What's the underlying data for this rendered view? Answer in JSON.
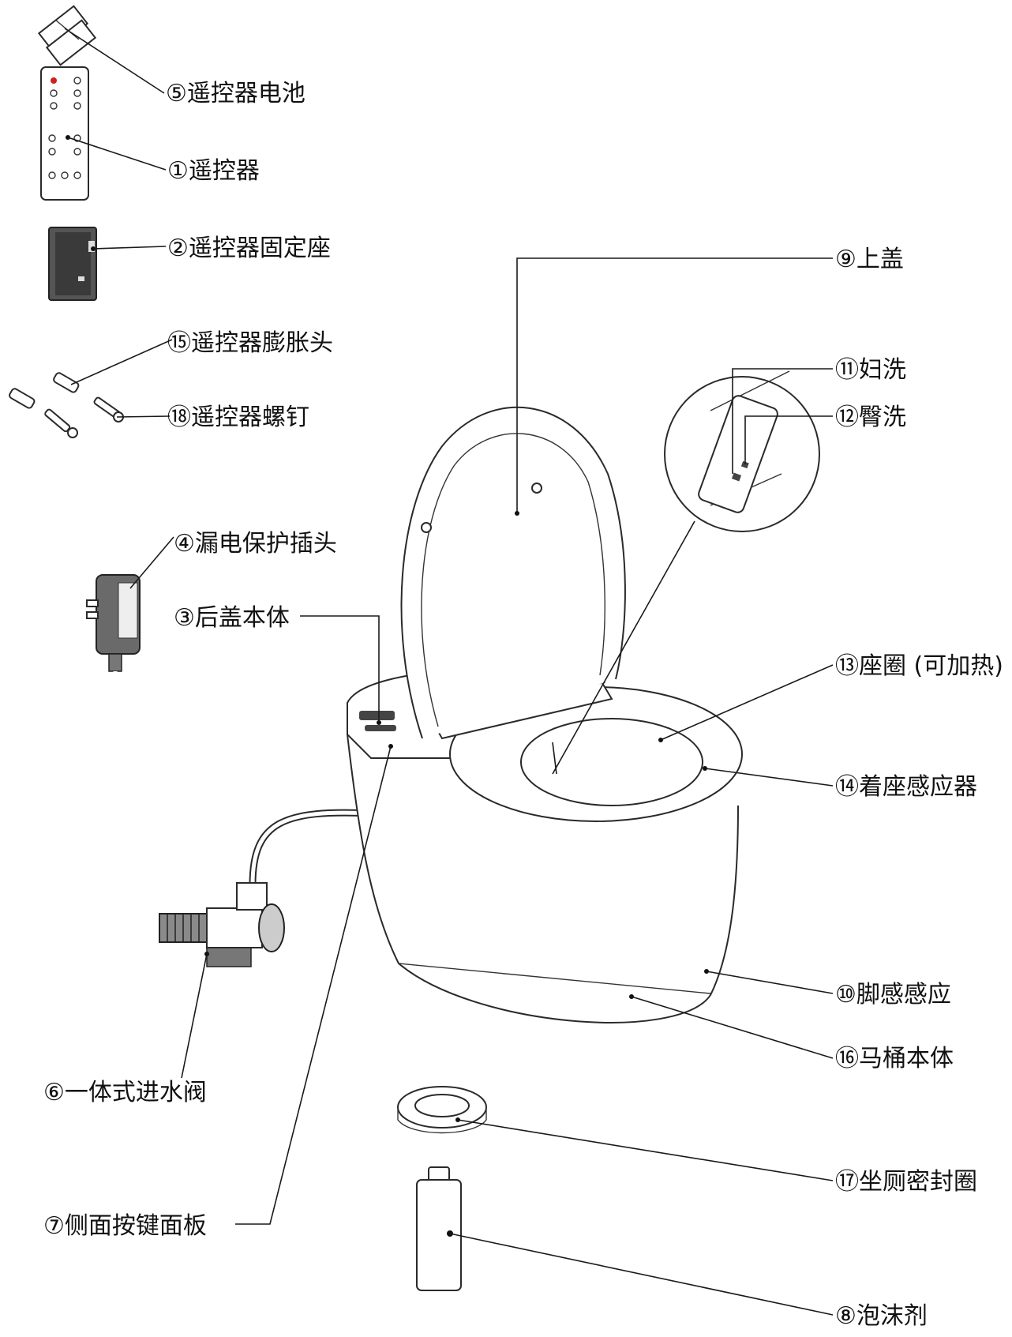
{
  "labels": {
    "l5": "⑤遥控器电池",
    "l1": "①遥控器",
    "l2": "②遥控器固定座",
    "l15": "⑮遥控器膨胀头",
    "l18": "⑱遥控器螺钉",
    "l4": "④漏电保护插头",
    "l3": "③后盖本体",
    "l6": "⑥一体式进水阀",
    "l7": "⑦侧面按键面板",
    "l9": "⑨上盖",
    "l11": "⑪妇洗",
    "l12": "⑫臀洗",
    "l13": "⑬座圈 (可加热)",
    "l14": "⑭着座感应器",
    "l10": "⑩脚感感应",
    "l16": "⑯马桶本体",
    "l17": "⑰坐厕密封圈",
    "l8": "⑧泡沫剂"
  },
  "colors": {
    "line": "#1a1a1a",
    "text": "#111111",
    "background": "#ffffff"
  }
}
